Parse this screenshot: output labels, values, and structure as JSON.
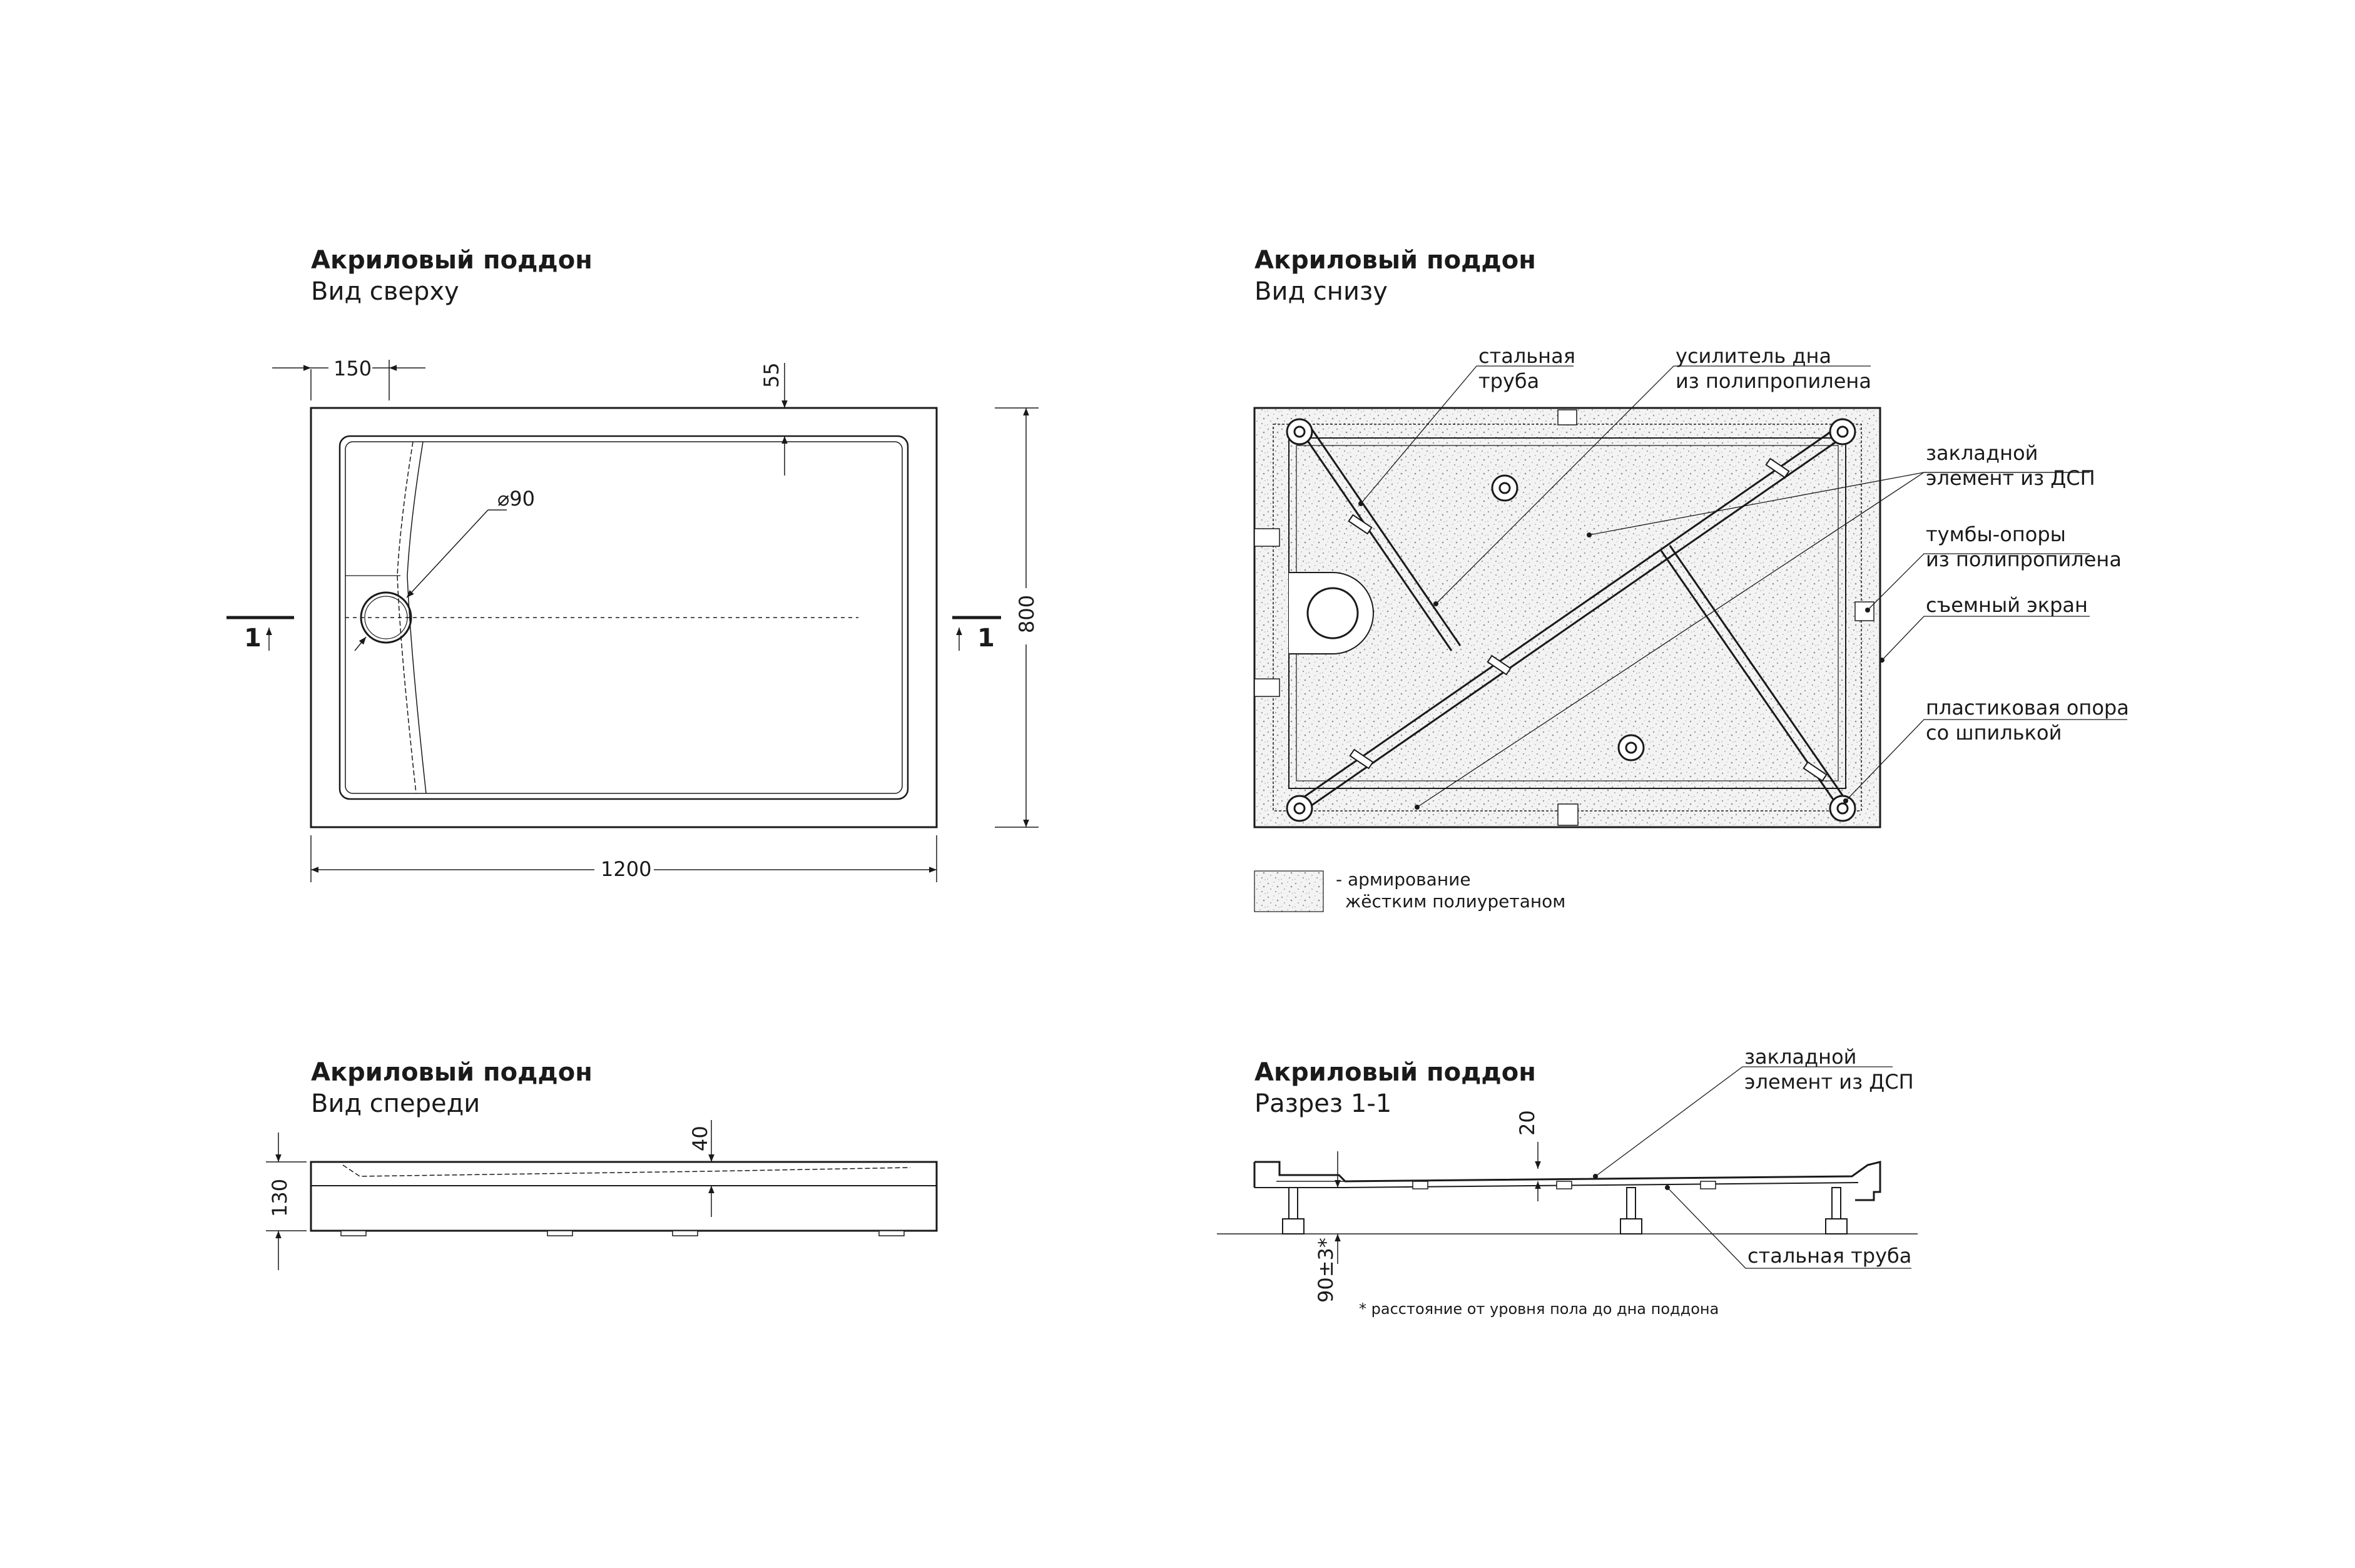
{
  "views": {
    "top": {
      "title": "Акриловый поддон",
      "subtitle": "Вид сверху"
    },
    "bottom": {
      "title": "Акриловый поддон",
      "subtitle": "Вид снизу"
    },
    "front": {
      "title": "Акриловый поддон",
      "subtitle": "Вид спереди"
    },
    "section": {
      "title": "Акриловый поддон",
      "subtitle": "Разрез 1-1"
    }
  },
  "dimensions": {
    "drain_offset": "150",
    "rim_width": "55",
    "drain_diameter": "⌀90",
    "width": "800",
    "length": "1200",
    "height": "130",
    "depth": "40",
    "section_step": "20",
    "floor_gap": "90±3*"
  },
  "section_marks": {
    "left": "1",
    "right": "1"
  },
  "bottom_callouts": {
    "steel_pipe_1": "стальная",
    "steel_pipe_2": "труба",
    "reinforcer_1": "усилитель дна",
    "reinforcer_2": "из полипропилена",
    "insert_1": "закладной",
    "insert_2": "элемент из ДСП",
    "support_1": "тумбы-опоры",
    "support_2": "из полипропилена",
    "screen": "съемный экран",
    "plastic_leg_1": "пластиковая опора",
    "plastic_leg_2": "со шпилькой"
  },
  "legend": {
    "line1": "- армирование",
    "line2": "жёстким полиуретаном"
  },
  "section_callouts": {
    "insert_1": "закладной",
    "insert_2": "элемент из ДСП",
    "steel_pipe": "стальная труба"
  },
  "footnote": "* расстояние от уровня пола до дна поддона"
}
